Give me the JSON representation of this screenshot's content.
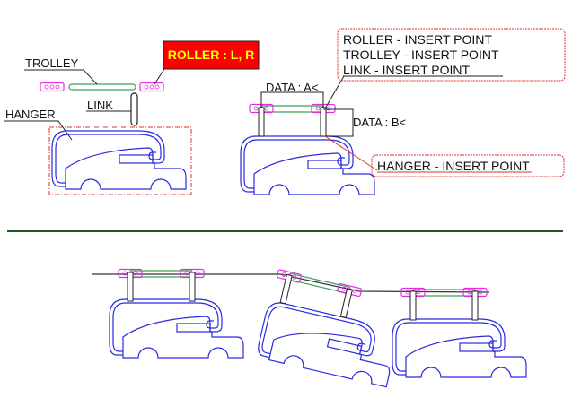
{
  "labels": {
    "trolley": "TROLLEY",
    "link": "LINK",
    "hanger": "HANGER",
    "roller": "ROLLER : L, R",
    "data_a": "DATA : A<",
    "data_b": "DATA : B<",
    "roller_insert": "ROLLER - INSERT POINT",
    "trolley_insert": "TROLLEY - INSERT POINT",
    "link_insert": "LINK - INSERT POINT",
    "hanger_insert": "HANGER - INSERT POINT"
  },
  "colors": {
    "hanger": "#2a2ae0",
    "trolley": "#3aa05a",
    "roller": "#e030e0",
    "callout": "#e03030",
    "roller_box_fill": "#ff0000",
    "roller_box_text": "#ffff00",
    "divider": "#1f5a1f"
  }
}
